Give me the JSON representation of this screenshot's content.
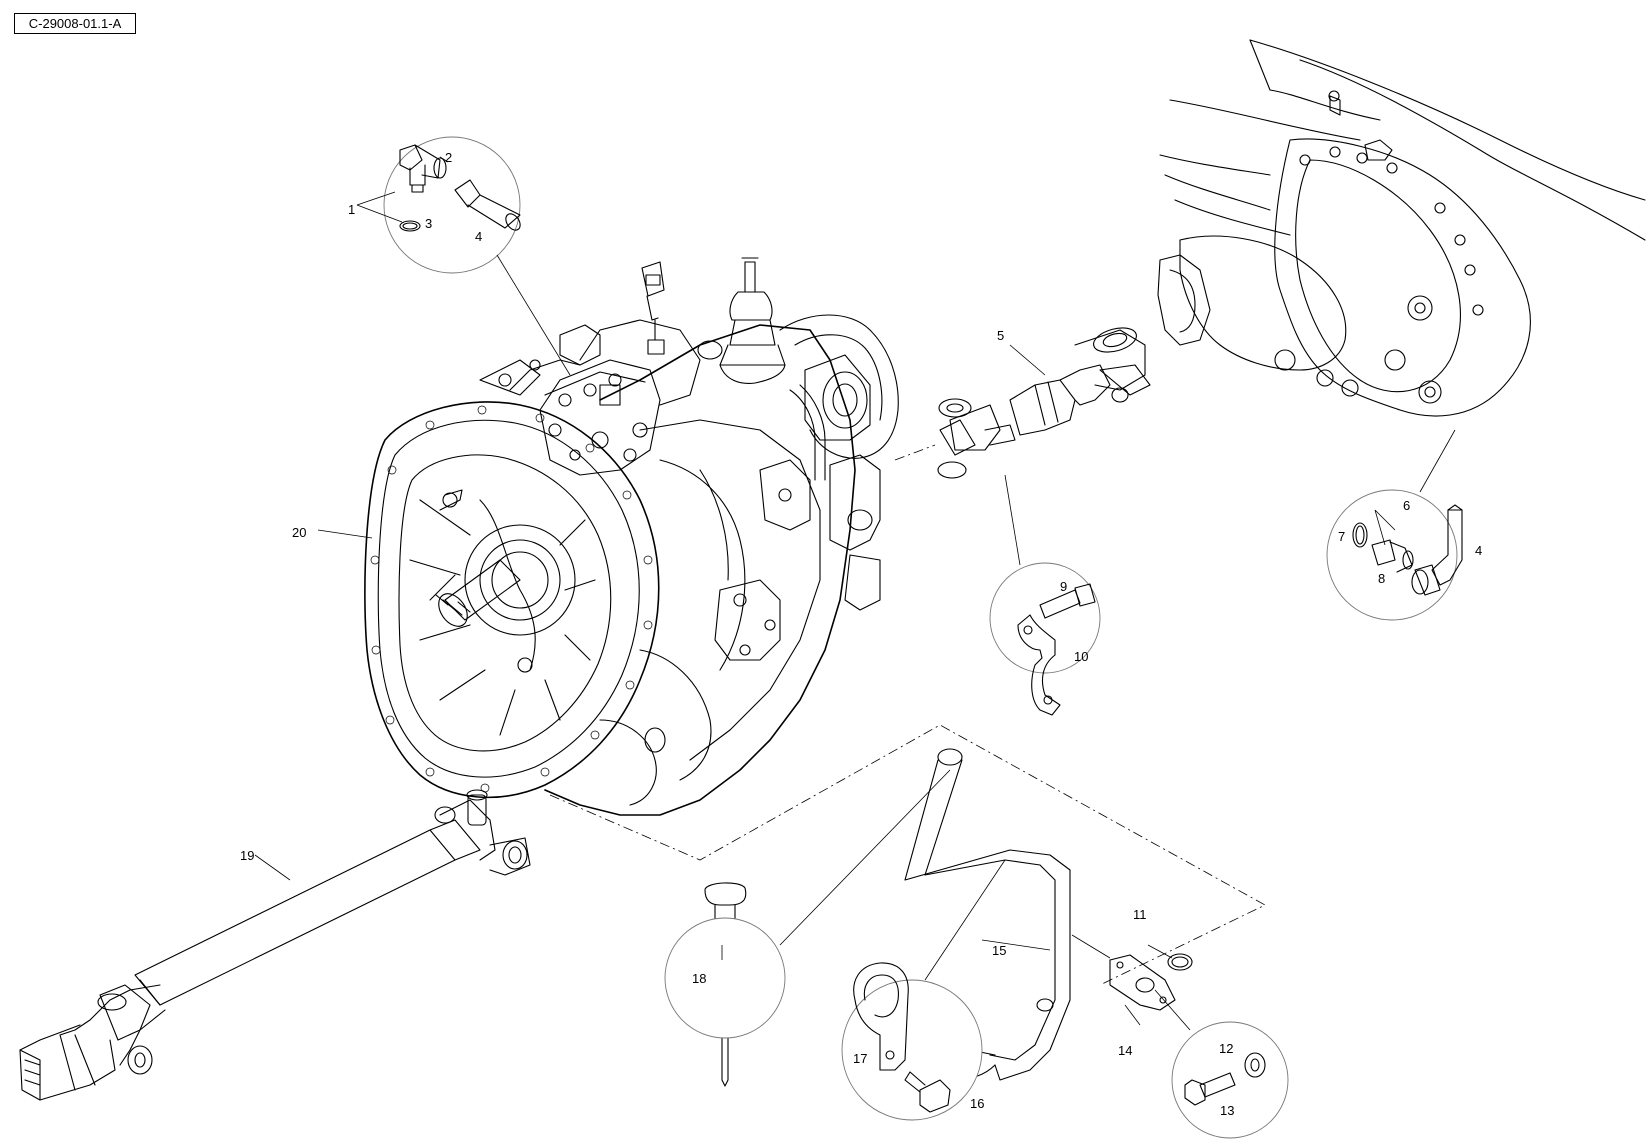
{
  "reference_code": "C-29008-01.1-A",
  "callouts": {
    "c1": "1",
    "c2": "2",
    "c3": "3",
    "c4a": "4",
    "c4b": "4",
    "c5": "5",
    "c6": "6",
    "c7": "7",
    "c8": "8",
    "c9": "9",
    "c10": "10",
    "c11": "11",
    "c12": "12",
    "c13": "13",
    "c14": "14",
    "c15": "15",
    "c16": "16",
    "c17": "17",
    "c18": "18",
    "c19": "19",
    "c20": "20"
  }
}
